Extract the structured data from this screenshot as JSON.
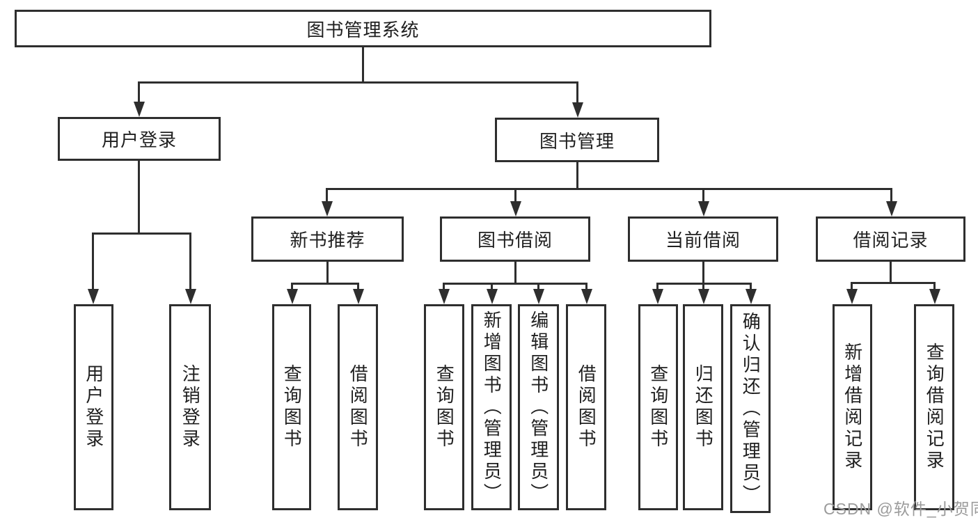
{
  "diagram_type": "functional-structure-tree",
  "colors": {
    "line": "#2e2e2e",
    "text": "#1f1f1f",
    "background": "#ffffff",
    "watermark": "#9b9b9b"
  },
  "tree": {
    "root": {
      "label": "图书管理系统",
      "children": [
        {
          "label": "用户登录",
          "children": [
            {
              "label": "用户登录"
            },
            {
              "label": "注销登录"
            }
          ]
        },
        {
          "label": "图书管理",
          "children": [
            {
              "label": "新书推荐",
              "children": [
                {
                  "label": "查询图书"
                },
                {
                  "label": "借阅图书"
                }
              ]
            },
            {
              "label": "图书借阅",
              "children": [
                {
                  "label": "查询图书"
                },
                {
                  "label": "新增图书（管理员）"
                },
                {
                  "label": "编辑图书（管理员）"
                },
                {
                  "label": "借阅图书"
                }
              ]
            },
            {
              "label": "当前借阅",
              "children": [
                {
                  "label": "查询图书"
                },
                {
                  "label": "归还图书"
                },
                {
                  "label": "确认归还（管理员）"
                }
              ]
            },
            {
              "label": "借阅记录",
              "children": [
                {
                  "label": "新增借阅记录"
                },
                {
                  "label": "查询借阅记录"
                }
              ]
            }
          ]
        }
      ]
    }
  },
  "watermark": {
    "text": "CSDN @软件_小贺同学"
  }
}
